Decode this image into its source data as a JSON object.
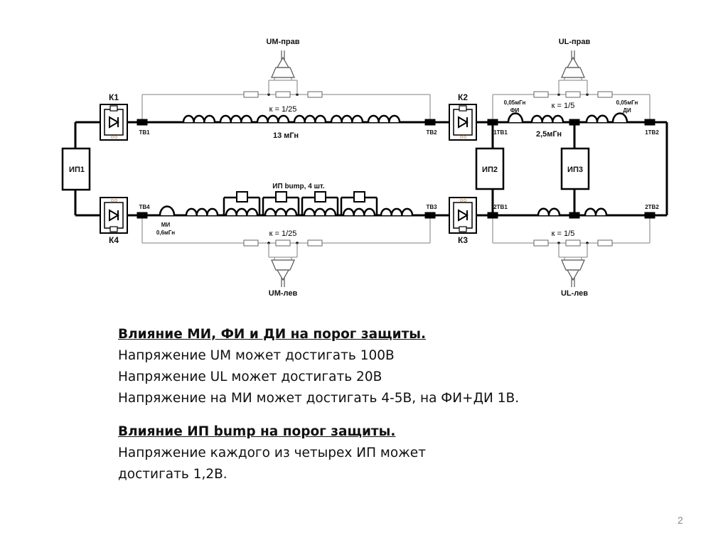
{
  "diagram": {
    "components": {
      "k1": "К1",
      "k2": "К2",
      "k3": "К3",
      "k4": "К4",
      "ip1": "ИП1",
      "ip2": "ИП2",
      "ip3": "ИП3",
      "tb1": "ТВ1",
      "tb2": "ТВ2",
      "tb3": "ТВ3",
      "tb4": "ТВ4",
      "tb1_1": "1ТВ1",
      "tb1_2": "1ТВ2",
      "tb2_1": "2ТВ1",
      "tb2_2": "2ТВ2"
    },
    "labels": {
      "um_right": "UM-прав",
      "um_left": "UM-лев",
      "ul_right": "UL-прав",
      "ul_left": "UL-лев",
      "k_um_top": "к = 1/25",
      "k_um_bottom": "к = 1/25",
      "k_ul_top": "к = 1/5",
      "k_ul_bottom": "к = 1/5",
      "main_inductance": "13 мГн",
      "bump": "ИП bump, 4 шт.",
      "mi_name": "МИ",
      "mi_value": "0,6мГн",
      "fi_value": "0,05мГн",
      "fi_name": "ФИ",
      "di_value": "0,05мГн",
      "di_name": "ДИ",
      "mid_inductance": "2,5мГн"
    }
  },
  "text": {
    "heading1": "Влияние МИ, ФИ и ДИ на порог защиты.",
    "line1": "Напряжение UM может достигать 100В",
    "line2": "Напряжение UL может достигать 20В",
    "line3": "Напряжение на МИ может достигать 4-5В, на ФИ+ДИ 1В.",
    "heading2": "Влияние ИП bump на порог защиты.",
    "line4": "Напряжение каждого из четырех ИП может",
    "line5": "достигать 1,2В."
  },
  "page_number": "2"
}
